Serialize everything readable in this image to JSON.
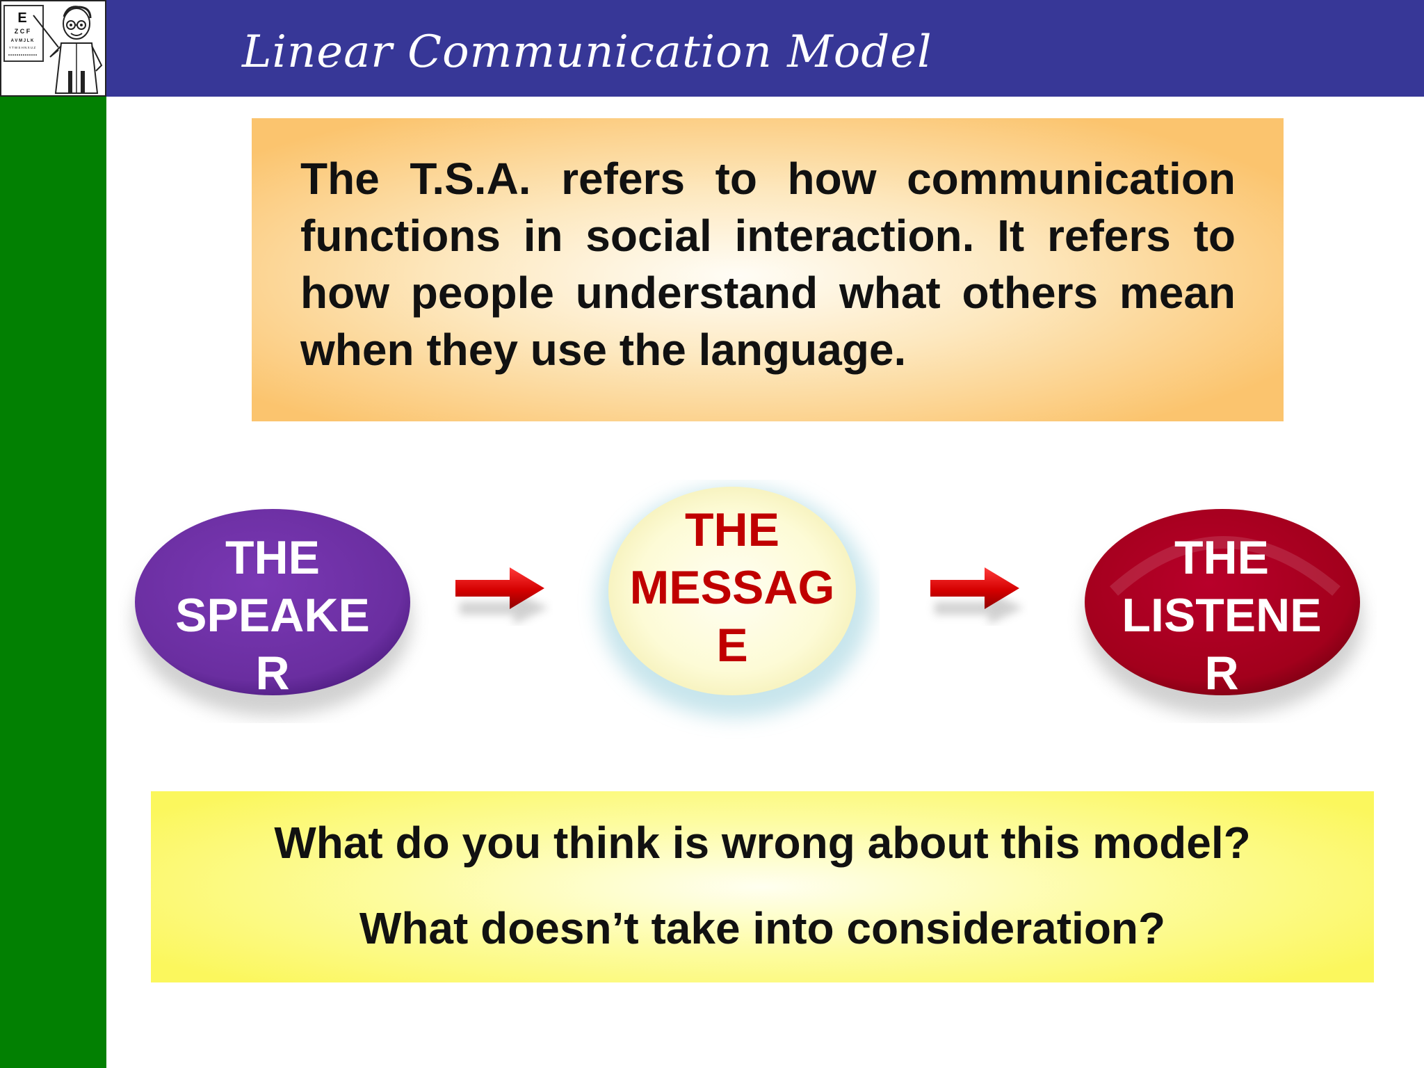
{
  "slide": {
    "title": "Linear Communication Model"
  },
  "definition": {
    "text": "The T.S.A. refers to how communication functions in social interaction. It refers to how people understand what others mean when they use the language."
  },
  "diagram": {
    "speaker": {
      "line1": "THE",
      "line2": "SPEAKE",
      "line3": "R",
      "color": "#6a2fa0"
    },
    "message": {
      "line1": "THE",
      "line2": "MESSAG",
      "line3": "E",
      "color": "#c00000"
    },
    "listener": {
      "line1": "THE",
      "line2": "LISTENE",
      "line3": "R",
      "color": "#a8001c"
    },
    "arrow_color": "#d40000"
  },
  "questions": {
    "q1": "What do you think is wrong about this model?",
    "q2": "What doesn’t take into consideration?"
  },
  "logo": {
    "icon": "eye-chart-doctor-icon",
    "chart_letters": [
      "E",
      "Z C F",
      "A V M J L K",
      "Y T W S H N X U Z"
    ]
  },
  "colors": {
    "header": "#373797",
    "sidebar": "#028002"
  }
}
